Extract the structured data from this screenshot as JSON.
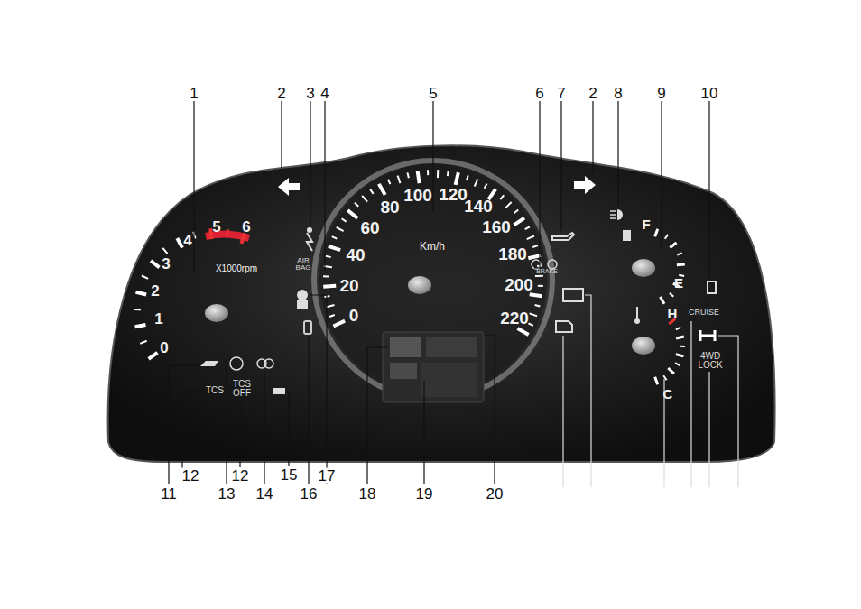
{
  "diagram": {
    "labels": [
      "1",
      "2",
      "3",
      "4",
      "5",
      "6",
      "7",
      "2",
      "8",
      "9",
      "10",
      "11",
      "12",
      "13",
      "12",
      "14",
      "15",
      "16",
      "17",
      "18",
      "19",
      "20",
      "0",
      "1",
      "2",
      "3",
      "4",
      "5",
      "6",
      "X1000rpm",
      "0",
      "20",
      "40",
      "60",
      "80",
      "100",
      "120",
      "140",
      "160",
      "180",
      "200",
      "220",
      "Km/h",
      "AIR BAG",
      "BRAKE",
      "F",
      "E",
      "H",
      "C",
      "CRUISE",
      "4WD LOCK",
      "TCS",
      "TCS OFF"
    ]
  }
}
